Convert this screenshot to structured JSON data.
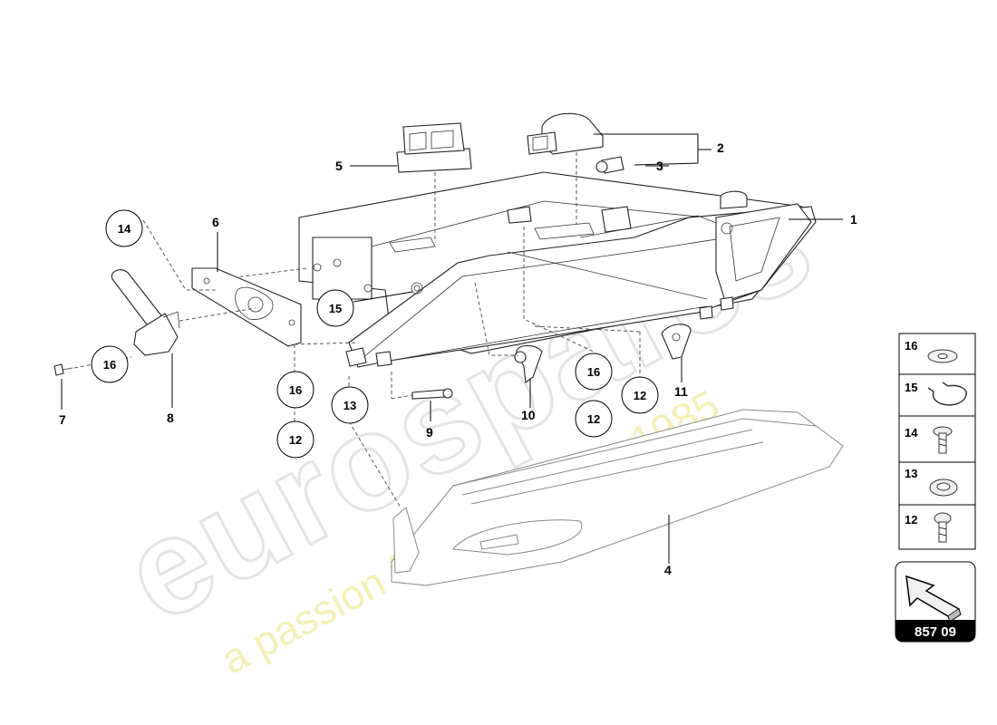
{
  "watermark": {
    "brand": "eurospares",
    "tagline": "a passion for parts since 1985"
  },
  "callouts": {
    "p1": "1",
    "p2": "2",
    "p3": "3",
    "p4": "4",
    "p5": "5",
    "p6": "6",
    "p7": "7",
    "p8": "8",
    "p9": "9",
    "p10": "10",
    "p11": "11"
  },
  "circled": {
    "c14": "14",
    "c15": "15",
    "c16a": "16",
    "c16b": "16",
    "c16c": "16",
    "c12a": "12",
    "c12b": "12",
    "c12c": "12",
    "c13": "13"
  },
  "legend": {
    "rows": [
      "16",
      "15",
      "14",
      "13",
      "12"
    ]
  },
  "diagram_code": "857 09"
}
